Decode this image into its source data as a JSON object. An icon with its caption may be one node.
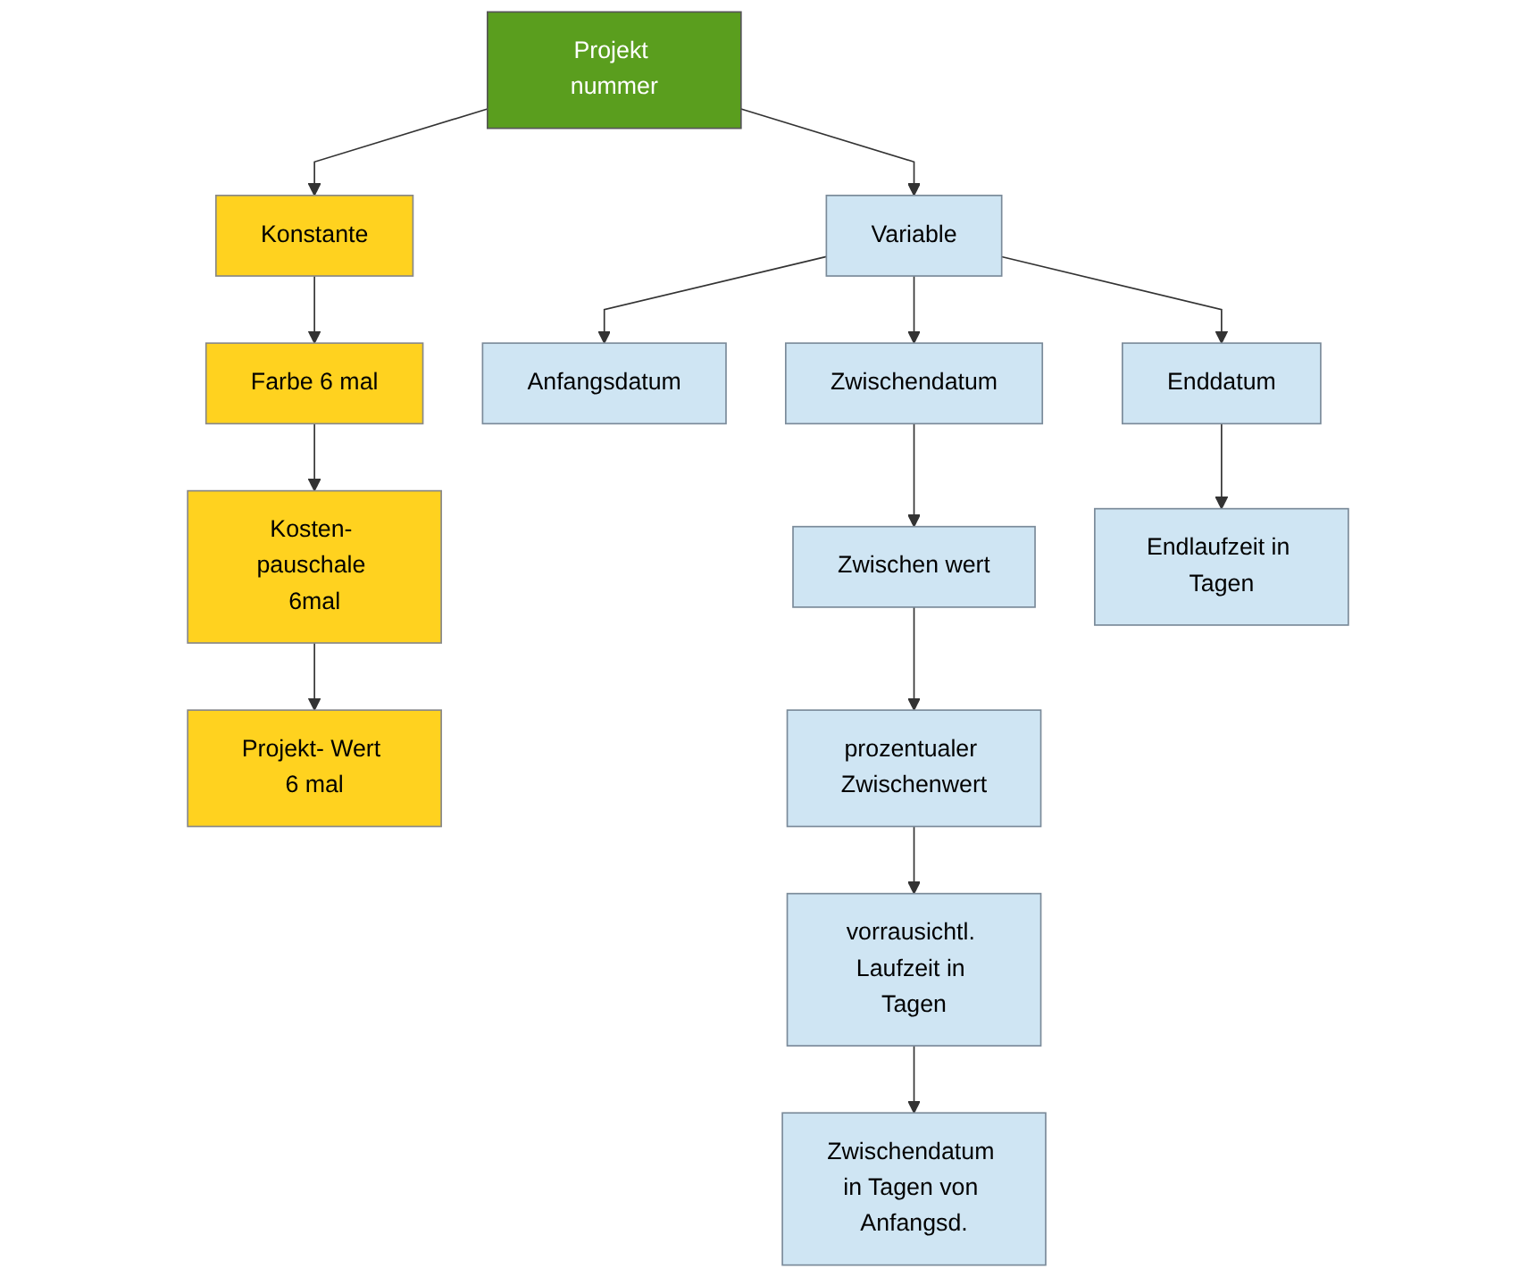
{
  "diagram": {
    "nodes": [
      {
        "text": [
          "Projekt nummer"
        ]
      },
      {
        "text": [
          "Konstante"
        ]
      },
      {
        "text": [
          "Variable"
        ]
      },
      {
        "text": [
          "Farbe 6 mal"
        ]
      },
      {
        "text": [
          "Anfangsdatum"
        ]
      },
      {
        "text": [
          "Zwischendatum"
        ]
      },
      {
        "text": [
          "Enddatum"
        ]
      },
      {
        "text": [
          "Kosten- pauschale 6mal"
        ]
      },
      {
        "text": [
          "Zwischen wert"
        ]
      },
      {
        "text": [
          "Endlaufzeit in Tagen"
        ]
      },
      {
        "text": [
          "Projekt- Wert 6 mal"
        ]
      },
      {
        "text": [
          "prozentualer Zwischenwert"
        ]
      },
      {
        "text": [
          "vorrausichtl. Laufzeit in Tagen"
        ]
      },
      {
        "text": [
          "Zwischendatum in Tagen von Anfangsd."
        ]
      }
    ],
    "edges": [
      {
        "from": 0,
        "to": 1,
        "arrow": "to"
      },
      {
        "from": 0,
        "to": 2,
        "arrow": "to"
      },
      {
        "from": 1,
        "to": 3,
        "arrow": "to"
      },
      {
        "from": 2,
        "to": 4,
        "arrow": "to"
      },
      {
        "from": 2,
        "to": 5,
        "arrow": "to"
      },
      {
        "from": 2,
        "to": 6,
        "arrow": "to"
      },
      {
        "from": 3,
        "to": 7,
        "arrow": "to"
      },
      {
        "from": 5,
        "to": 8,
        "arrow": "to"
      },
      {
        "from": 6,
        "to": 9,
        "arrow": "to"
      },
      {
        "from": 7,
        "to": 10,
        "arrow": "to"
      },
      {
        "from": 8,
        "to": 11,
        "arrow": "to"
      },
      {
        "from": 11,
        "to": 12,
        "arrow": "to"
      },
      {
        "from": 12,
        "to": 13,
        "arrow": "to"
      }
    ]
  }
}
